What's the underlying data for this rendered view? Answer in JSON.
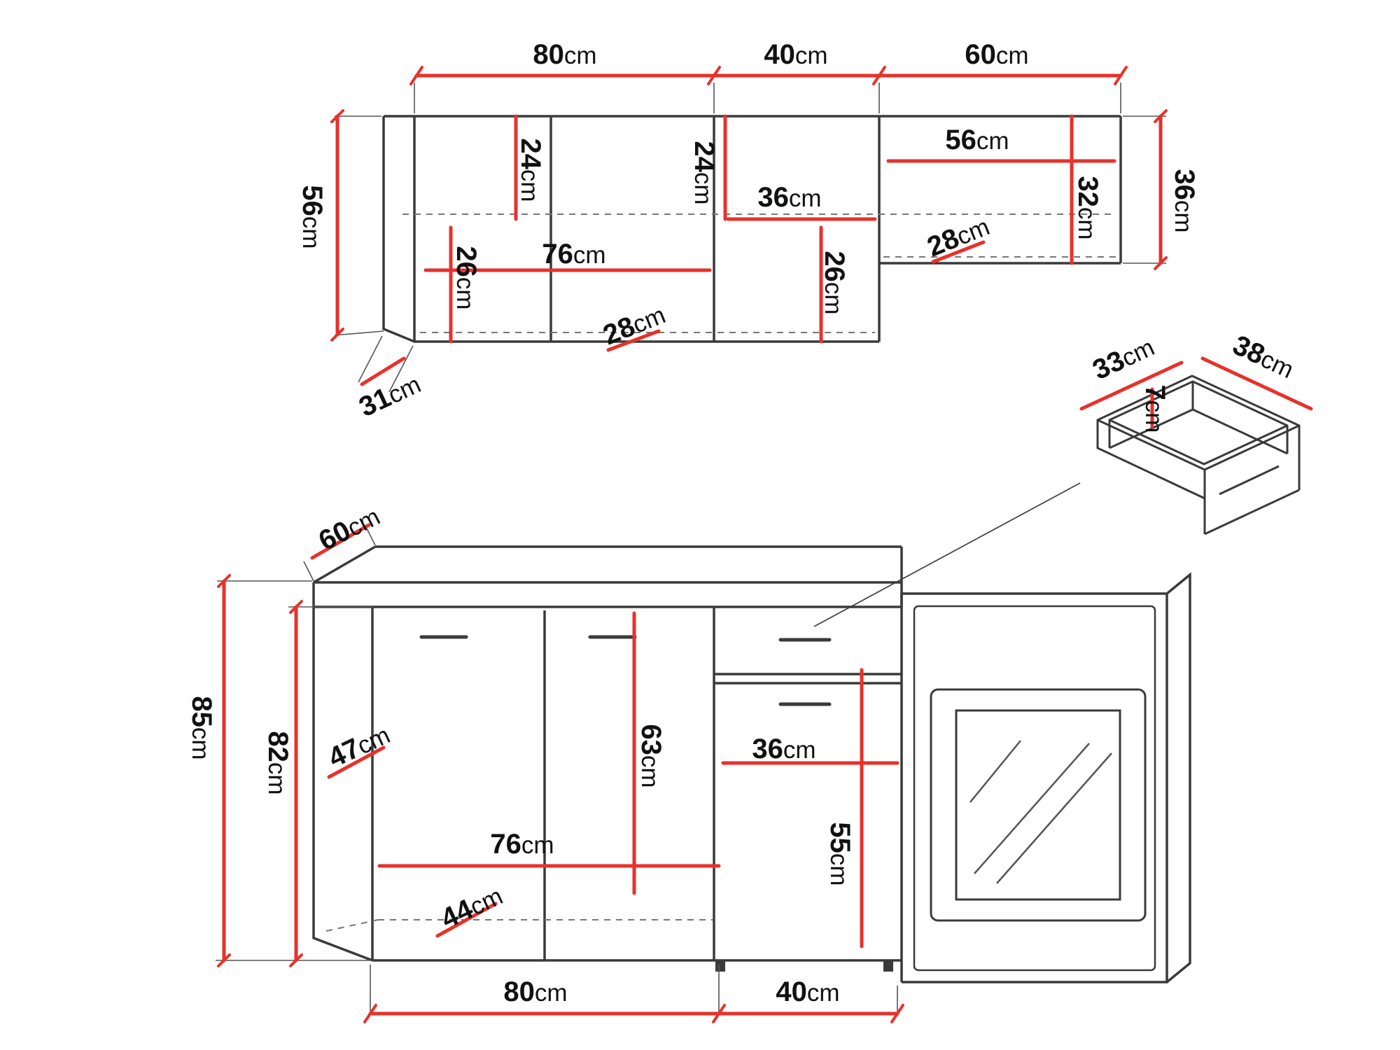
{
  "unit": "cm",
  "colors": {
    "dimension_red": "#e8312b",
    "line": "#3a3a3a",
    "text": "#111111"
  },
  "wall_cabinets": {
    "top_widths": [
      {
        "v": "80",
        "u": "cm"
      },
      {
        "v": "40",
        "u": "cm"
      },
      {
        "v": "60",
        "u": "cm"
      }
    ],
    "left_height": {
      "v": "56",
      "u": "cm"
    },
    "right_height": {
      "v": "36",
      "u": "cm"
    },
    "interior": {
      "shelf_24_left": {
        "v": "24",
        "u": "cm"
      },
      "shelf_24_mid": {
        "v": "24",
        "u": "cm"
      },
      "width_36": {
        "v": "36",
        "u": "cm"
      },
      "width_56": {
        "v": "56",
        "u": "cm"
      },
      "height_32": {
        "v": "32",
        "u": "cm"
      },
      "depth_28_right": {
        "v": "28",
        "u": "cm"
      },
      "height_26_left": {
        "v": "26",
        "u": "cm"
      },
      "width_76": {
        "v": "76",
        "u": "cm"
      },
      "depth_28_mid": {
        "v": "28",
        "u": "cm"
      },
      "height_26_mid": {
        "v": "26",
        "u": "cm"
      },
      "side_depth_31": {
        "v": "31",
        "u": "cm"
      }
    }
  },
  "drawer": {
    "width_33": {
      "v": "33",
      "u": "cm"
    },
    "depth_38": {
      "v": "38",
      "u": "cm"
    },
    "inner_height_7": {
      "v": "7",
      "u": "cm"
    }
  },
  "base_cabinets": {
    "worktop_depth_60": {
      "v": "60",
      "u": "cm"
    },
    "total_height_85": {
      "v": "85",
      "u": "cm"
    },
    "carcass_height_82": {
      "v": "82",
      "u": "cm"
    },
    "angled_front_47": {
      "v": "47",
      "u": "cm"
    },
    "interior_height_63": {
      "v": "63",
      "u": "cm"
    },
    "drawer_width_36": {
      "v": "36",
      "u": "cm"
    },
    "interior_width_76": {
      "v": "76",
      "u": "cm"
    },
    "depth_44": {
      "v": "44",
      "u": "cm"
    },
    "interior_height_55": {
      "v": "55",
      "u": "cm"
    },
    "bottom_widths": [
      {
        "v": "80",
        "u": "cm"
      },
      {
        "v": "40",
        "u": "cm"
      }
    ]
  }
}
